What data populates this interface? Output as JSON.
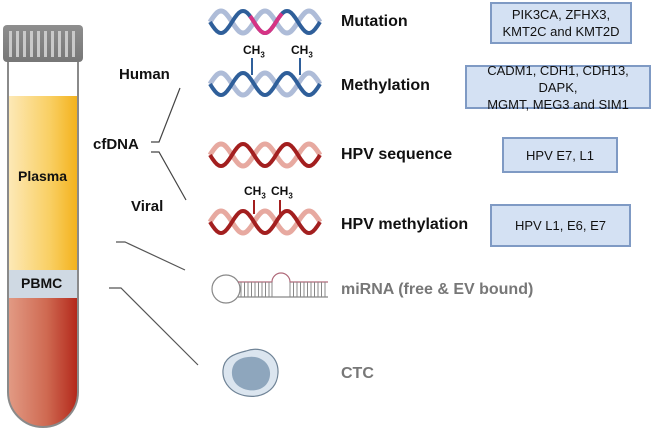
{
  "tube": {
    "plasma_label": "Plasma",
    "pbmc_label": "PBMC",
    "colors": {
      "plasma": "#f5b820",
      "pbmc": "#cfd9e3",
      "blood": "#b8311f",
      "cap": "#8a8a8a"
    }
  },
  "tree": {
    "root_label": "cfDNA",
    "human_label": "Human",
    "viral_label": "Viral"
  },
  "rows": [
    {
      "category": "Mutation",
      "targets": [
        "PIK3CA, ZFHX3,",
        "KMT2C and KMT2D"
      ],
      "icon": "dna-helix-icon",
      "color": "#2f5f9a",
      "methyl_label": ""
    },
    {
      "category": "Methylation",
      "targets": [
        "CADM1, CDH1, CDH13, DAPK,",
        "MGMT, MEG3 and SIM1"
      ],
      "icon": "methylated-dna-icon",
      "color": "#2f5f9a",
      "methyl_label": "CH3"
    },
    {
      "category": "HPV sequence",
      "targets": [
        "HPV E7, L1"
      ],
      "icon": "viral-dna-icon",
      "color": "#a31f1f",
      "methyl_label": ""
    },
    {
      "category": "HPV methylation",
      "targets": [
        "HPV L1, E6, E7"
      ],
      "icon": "methylated-viral-dna-icon",
      "color": "#a31f1f",
      "methyl_label": "CH3"
    },
    {
      "category": "miRNA (free & EV bound)",
      "targets": [],
      "icon": "mirna-hairpin-icon",
      "color": "#777777",
      "methyl_label": ""
    },
    {
      "category": "CTC",
      "targets": [],
      "icon": "cell-icon",
      "color": "#777777",
      "methyl_label": ""
    }
  ],
  "methyl": {
    "ch": "CH",
    "sub": "3"
  }
}
